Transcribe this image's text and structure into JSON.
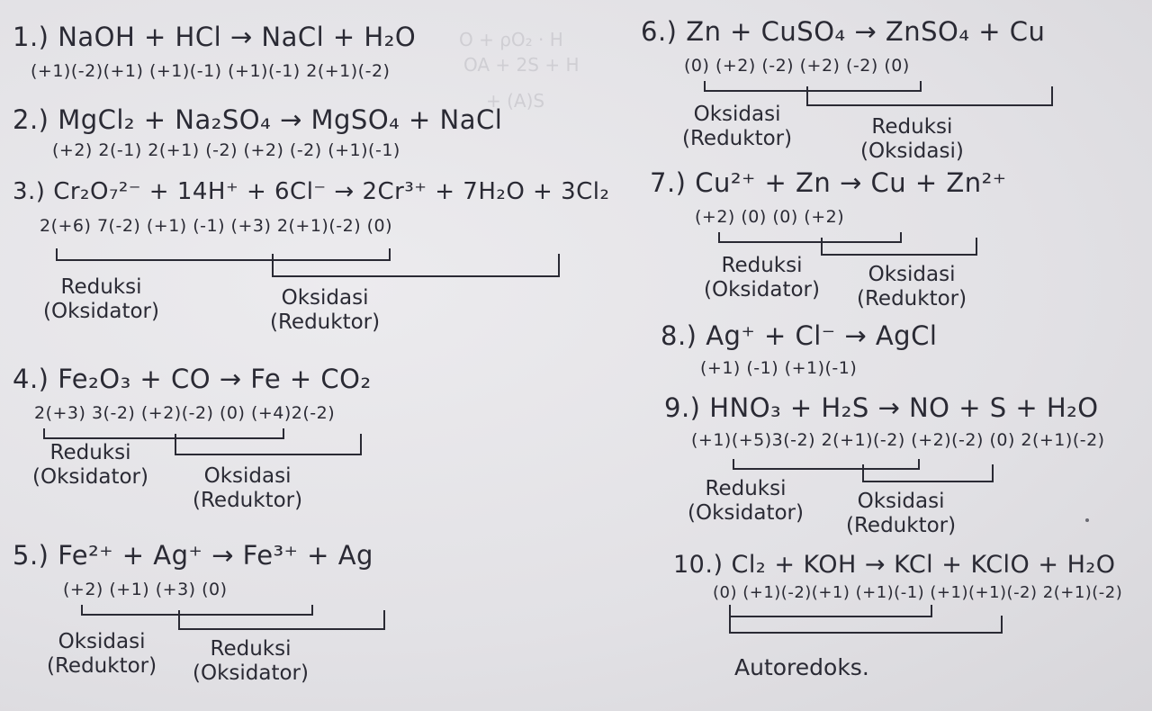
{
  "rows": {
    "r1": {
      "eq": "1.) NaOH + HCl → NaCl + H₂O",
      "ox": "(+1)(-2)(+1)   (+1)(-1)         (+1)(-1)   2(+1)(-2)"
    },
    "r2": {
      "eq": "2.) MgCl₂ + Na₂SO₄ → MgSO₄ + NaCl",
      "ox": "(+2) 2(-1)   2(+1) (-2)      (+2) (-2)    (+1)(-1)"
    },
    "r3": {
      "eq": "3.) Cr₂O₇²⁻ + 14H⁺ + 6Cl⁻ → 2Cr³⁺ + 7H₂O + 3Cl₂",
      "ox": "2(+6) 7(-2)     (+1)      (-1)           (+3)    2(+1)(-2)  (0)"
    },
    "r4": {
      "eq": "4.) Fe₂O₃ + CO → Fe + CO₂",
      "ox": "2(+3) 3(-2)  (+2)(-2)      (0)      (+4)2(-2)"
    },
    "r5": {
      "eq": "5.) Fe²⁺ + Ag⁺  →  Fe³⁺  + Ag",
      "ox": "(+2)       (+1)                (+3)         (0)"
    },
    "r6": {
      "eq": "6.) Zn + CuSO₄ → ZnSO₄ + Cu",
      "ox": "(0)      (+2) (-2)         (+2) (-2)       (0)"
    },
    "r7": {
      "eq": "7.) Cu²⁺ + Zn → Cu + Zn²⁺",
      "ox": "(+2)        (0)           (0)     (+2)"
    },
    "r8": {
      "eq": "8.) Ag⁺ + Cl⁻ → AgCl",
      "ox": "(+1)       (-1)         (+1)(-1)"
    },
    "r9": {
      "eq": "9.) HNO₃ + H₂S → NO + S + H₂O",
      "ox": "(+1)(+5)3(-2)  2(+1)(-2)  (+2)(-2)  (0)   2(+1)(-2)"
    },
    "r10": {
      "eq": "10.) Cl₂ + KOH → KCl + KClO + H₂O",
      "ox": "(0)     (+1)(-2)(+1)   (+1)(-1)   (+1)(+1)(-2)  2(+1)(-2)"
    }
  },
  "labels": {
    "reduksi": "Reduksi",
    "oksidasi": "Oksidasi",
    "oksidator": "(Oksidator)",
    "reduktor": "(Reduktor)",
    "oksidasi_paren": "(Oksidasi)",
    "autoredoks": "Autoredoks."
  }
}
